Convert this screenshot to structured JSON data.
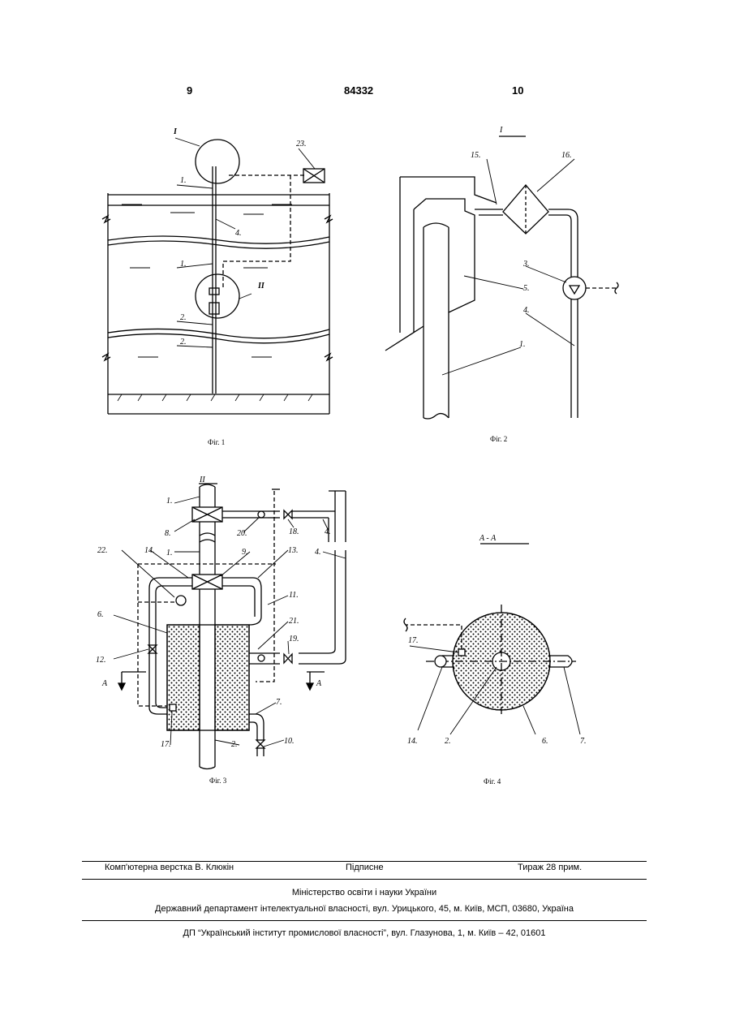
{
  "header": {
    "left_page": "9",
    "patent_number": "84332",
    "right_page": "10"
  },
  "figures": {
    "fig1": {
      "caption": "Фіг. 1",
      "labels": {
        "view1": "I",
        "n23": "23.",
        "n1a": "1.",
        "n4": "4.",
        "n1b": "1.",
        "view2": "II",
        "n2a": "2.",
        "n2b": "2."
      }
    },
    "fig2": {
      "caption": "Фіг. 2",
      "labels": {
        "view": "I",
        "n15": "15.",
        "n16": "16.",
        "n3": "3.",
        "n5": "5.",
        "n4": "4.",
        "n1": "1."
      }
    },
    "fig3": {
      "caption": "Фіг. 3",
      "labels": {
        "view": "II",
        "n1a": "1.",
        "n8": "8.",
        "n20": "20.",
        "n18": "18.",
        "n4a": "4.",
        "n1b": "1.",
        "n9": "9.",
        "n13": "13.",
        "n4b": "4.",
        "n22": "22.",
        "n14": "14.",
        "n6": "6.",
        "n11": "11.",
        "n21": "21.",
        "n19": "19.",
        "n12": "12.",
        "secA_left": "A",
        "secA_right": "A",
        "n7": "7.",
        "n17": "17.",
        "n2": "2.",
        "n10": "10."
      }
    },
    "fig4": {
      "caption": "Фіг. 4",
      "section_title": "A - A",
      "labels": {
        "n17": "17.",
        "n14": "14.",
        "n2": "2.",
        "n6": "6.",
        "n7": "7."
      }
    }
  },
  "imprint": {
    "typesetting": "Комп'ютерна верстка В. Клюкін",
    "subscription": "Підписне",
    "circulation": "Тираж 28 прим.",
    "ministry": "Міністерство освіти і науки України",
    "department": "Державний департамент інтелектуальної власності, вул. Урицького, 45, м. Київ, МСП, 03680, Україна",
    "institute": "ДП “Український інститут промислової власності”, вул. Глазунова, 1, м. Київ – 42, 01601"
  }
}
